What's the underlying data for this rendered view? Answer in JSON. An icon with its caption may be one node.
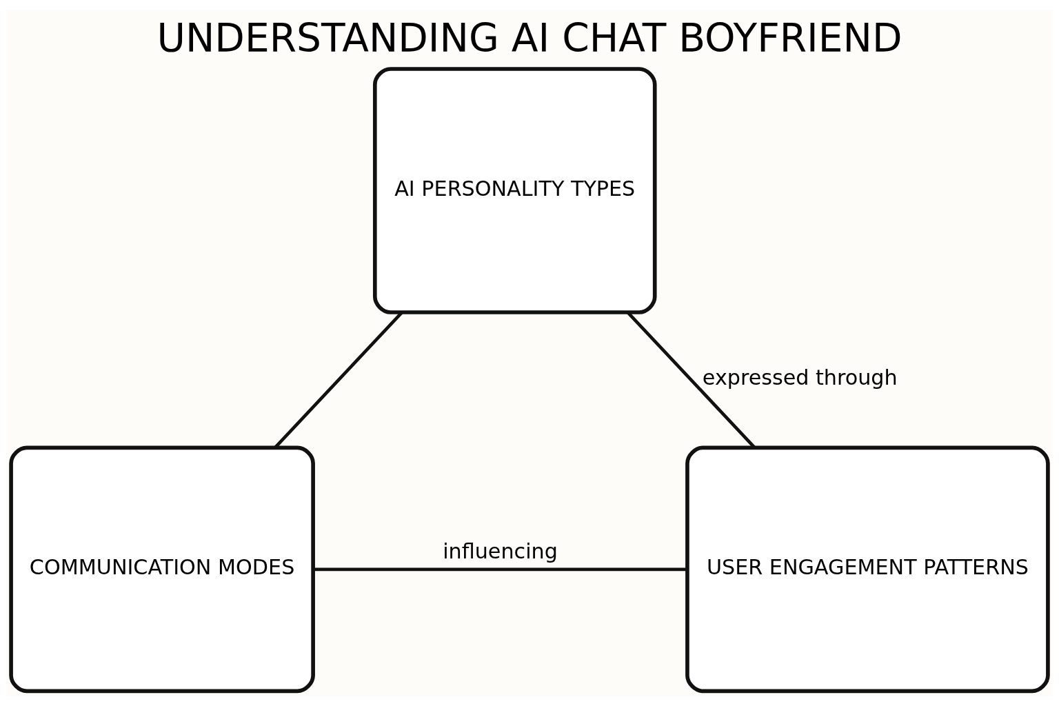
{
  "diagram": {
    "title": "UNDERSTANDING AI CHAT BOYFRIEND",
    "nodes": [
      {
        "text": [
          "AI PERSONALITY TYPES"
        ]
      },
      {
        "text": [
          "COMMUNICATION MODES"
        ]
      },
      {
        "text": [
          "USER ENGAGEMENT PATTERNS"
        ]
      }
    ],
    "edges": [
      {
        "from": 0,
        "to": 2,
        "arrow": "none",
        "label": "expressed through"
      },
      {
        "from": 0,
        "to": 1,
        "arrow": "none"
      },
      {
        "from": 1,
        "to": 2,
        "arrow": "none",
        "label": "influencing"
      }
    ]
  }
}
